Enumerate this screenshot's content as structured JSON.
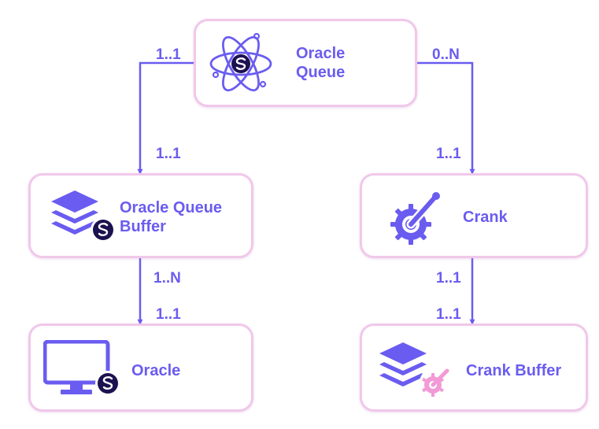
{
  "colors": {
    "accent": "#6a5cf0",
    "node_border": "#f0c8ea",
    "badge_bg": "#1d1250",
    "crank_badge": "#f29ad6"
  },
  "nodes": {
    "oracle_queue": {
      "label": "Oracle\nQueue",
      "icon": "atom-logo-icon"
    },
    "oracle_queue_buffer": {
      "label": "Oracle Queue\nBuffer",
      "icon": "stacked-layers-icon"
    },
    "crank": {
      "label": "Crank",
      "icon": "crank-gear-icon"
    },
    "oracle": {
      "label": "Oracle",
      "icon": "monitor-icon"
    },
    "crank_buffer": {
      "label": "Crank Buffer",
      "icon": "stacked-layers-crank-icon"
    }
  },
  "edges": {
    "queue_to_buffer": {
      "from": "Oracle Queue",
      "to": "Oracle Queue Buffer",
      "source_mult": "1..1",
      "target_mult": "1..1"
    },
    "queue_to_crank": {
      "from": "Oracle Queue",
      "to": "Crank",
      "source_mult": "0..N",
      "target_mult": "1..1"
    },
    "buffer_to_oracle": {
      "from": "Oracle Queue Buffer",
      "to": "Oracle",
      "source_mult": "1..N",
      "target_mult": "1..1"
    },
    "crank_to_crank_buffer": {
      "from": "Crank",
      "to": "Crank Buffer",
      "source_mult": "1..1",
      "target_mult": "1..1"
    }
  }
}
